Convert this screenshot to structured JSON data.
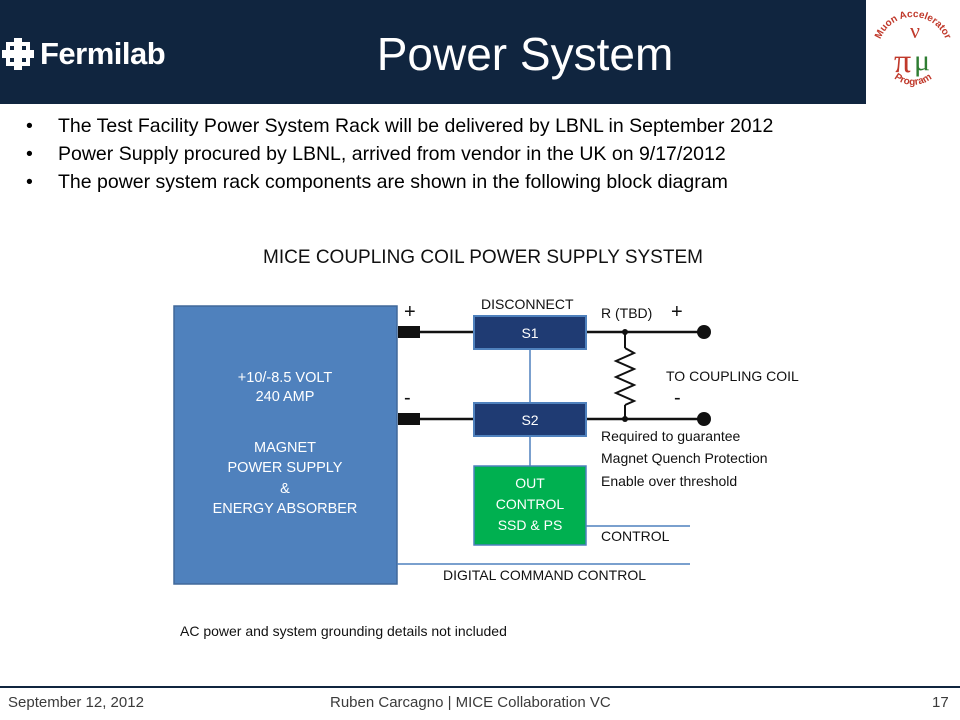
{
  "header": {
    "logo_text": "Fermilab",
    "title": "Power System",
    "badge": {
      "top_text": "Muon Accelerator",
      "bottom_text": "Program",
      "glyph_pi": "π",
      "glyph_mu": "μ",
      "glyph_nu": "ν"
    }
  },
  "bullets": [
    "The Test Facility Power System Rack will be delivered by LBNL in September 2012",
    "Power Supply procured by LBNL, arrived from vendor in the UK on 9/17/2012",
    "The power system rack components are shown in the following block diagram"
  ],
  "bullet_symbol": "•",
  "diagram": {
    "title": "MICE COUPLING COIL POWER SUPPLY SYSTEM",
    "power_supply_lines": [
      "+10/-8.5 VOLT",
      "240 AMP",
      "",
      "MAGNET",
      "POWER SUPPLY",
      "&",
      "ENERGY ABSORBER"
    ],
    "plus_label": "+",
    "minus_label": "-",
    "disconnect_label": "DISCONNECT",
    "s1_label": "S1",
    "s2_label": "S2",
    "resistor_label": "R (TBD)",
    "out_plus_label": "+",
    "out_minus_label": "-",
    "coil_label": "TO COUPLING COIL",
    "note_lines": [
      "Required to guarantee",
      "Magnet Quench Protection",
      "Enable over threshold"
    ],
    "control_box_lines": [
      "OUT",
      "CONTROL",
      "SSD & PS"
    ],
    "control_label": "CONTROL",
    "digital_label": "DIGITAL COMMAND CONTROL",
    "footnote": "AC power and system grounding details not included"
  },
  "footer": {
    "date": "September 12, 2012",
    "center": "Ruben Carcagno | MICE Collaboration VC",
    "page": "17"
  },
  "colors": {
    "header_bg": "#10253f",
    "supply_fill": "#4f81bd",
    "switch_fill": "#1f3b73",
    "control_fill": "#00b050",
    "wire": "#4f81bd"
  }
}
